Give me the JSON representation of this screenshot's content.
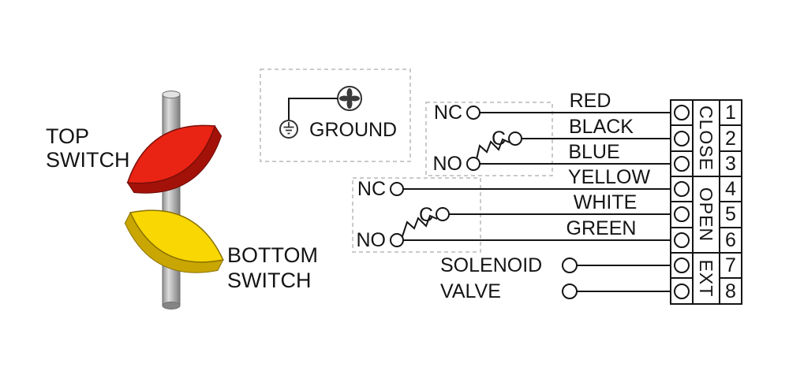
{
  "illustration": {
    "top_switch": {
      "line1": "TOP",
      "line2": "SWITCH"
    },
    "bottom_switch": {
      "line1": "BOTTOM",
      "line2": "SWITCH"
    },
    "colors": {
      "top_switch_cam": "#ea2415",
      "top_switch_side": "#a31209",
      "bottom_switch_cam": "#f8d703",
      "bottom_switch_side": "#c9a602",
      "shaft": "#a8a8a8"
    }
  },
  "ground": {
    "label": "GROUND"
  },
  "top_switch_circuit": {
    "nc": "NC",
    "common": "C",
    "no": "NO"
  },
  "bottom_switch_circuit": {
    "nc": "NC",
    "common": "C",
    "no": "NO"
  },
  "wires": {
    "labels": [
      "RED",
      "BLACK",
      "BLUE",
      "YELLOW",
      "WHITE",
      "GREEN"
    ]
  },
  "solenoid_valve": {
    "line1": "SOLENOID",
    "line2": "VALVE"
  },
  "terminal_block": {
    "groups": [
      {
        "label": "CLOSE",
        "terminals": [
          "1",
          "2",
          "3"
        ]
      },
      {
        "label": "OPEN",
        "terminals": [
          "4",
          "5",
          "6"
        ]
      },
      {
        "label": "EXT",
        "terminals": [
          "7",
          "8"
        ]
      }
    ],
    "numbers": [
      "1",
      "2",
      "3",
      "4",
      "5",
      "6",
      "7",
      "8"
    ]
  }
}
